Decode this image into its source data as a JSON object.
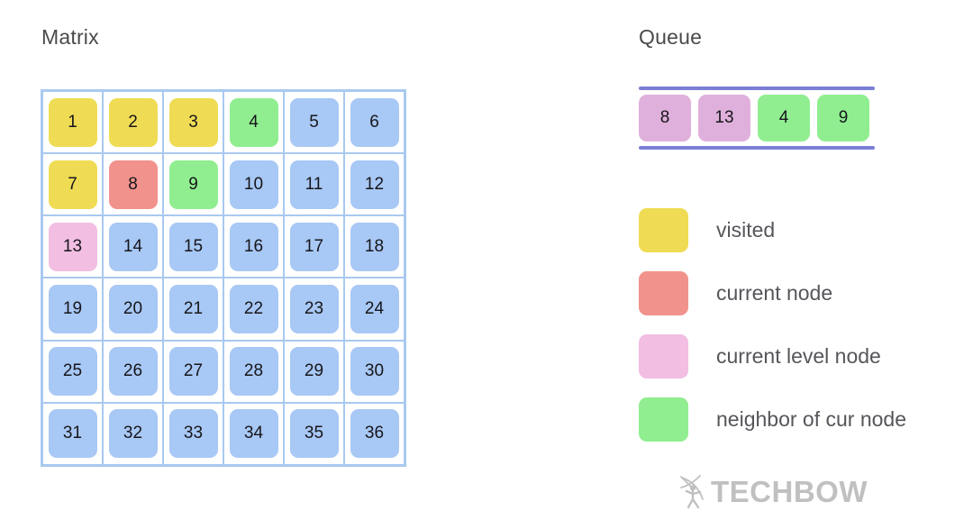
{
  "palette": {
    "visited": "#efdc54",
    "current_node": "#f1928c",
    "current_level_node": "#f2bee2",
    "neighbor": "#90ee90",
    "unvisited": "#a8c8f5",
    "grid_line": "#a9c9f0",
    "queue_rule": "#7b7fd4",
    "queue_level_node": "#e0b0dc",
    "text": "#16161a",
    "title_text": "#4a4a4a",
    "legend_text": "#55565a",
    "logo_gray": "#8d8d8d",
    "background": "#ffffff"
  },
  "matrix": {
    "title": "Matrix",
    "rows": 6,
    "cols": 6,
    "cells": [
      {
        "value": "1",
        "state": "visited"
      },
      {
        "value": "2",
        "state": "visited"
      },
      {
        "value": "3",
        "state": "visited"
      },
      {
        "value": "4",
        "state": "neighbor"
      },
      {
        "value": "5",
        "state": "unvisited"
      },
      {
        "value": "6",
        "state": "unvisited"
      },
      {
        "value": "7",
        "state": "visited"
      },
      {
        "value": "8",
        "state": "current_node"
      },
      {
        "value": "9",
        "state": "neighbor"
      },
      {
        "value": "10",
        "state": "unvisited"
      },
      {
        "value": "11",
        "state": "unvisited"
      },
      {
        "value": "12",
        "state": "unvisited"
      },
      {
        "value": "13",
        "state": "current_level_node"
      },
      {
        "value": "14",
        "state": "unvisited"
      },
      {
        "value": "15",
        "state": "unvisited"
      },
      {
        "value": "16",
        "state": "unvisited"
      },
      {
        "value": "17",
        "state": "unvisited"
      },
      {
        "value": "18",
        "state": "unvisited"
      },
      {
        "value": "19",
        "state": "unvisited"
      },
      {
        "value": "20",
        "state": "unvisited"
      },
      {
        "value": "21",
        "state": "unvisited"
      },
      {
        "value": "22",
        "state": "unvisited"
      },
      {
        "value": "23",
        "state": "unvisited"
      },
      {
        "value": "24",
        "state": "unvisited"
      },
      {
        "value": "25",
        "state": "unvisited"
      },
      {
        "value": "26",
        "state": "unvisited"
      },
      {
        "value": "27",
        "state": "unvisited"
      },
      {
        "value": "28",
        "state": "unvisited"
      },
      {
        "value": "29",
        "state": "unvisited"
      },
      {
        "value": "30",
        "state": "unvisited"
      },
      {
        "value": "31",
        "state": "unvisited"
      },
      {
        "value": "32",
        "state": "unvisited"
      },
      {
        "value": "33",
        "state": "unvisited"
      },
      {
        "value": "34",
        "state": "unvisited"
      },
      {
        "value": "35",
        "state": "unvisited"
      },
      {
        "value": "36",
        "state": "unvisited"
      }
    ]
  },
  "queue": {
    "title": "Queue",
    "items": [
      {
        "value": "8",
        "state": "queue_level_node"
      },
      {
        "value": "13",
        "state": "queue_level_node"
      },
      {
        "value": "4",
        "state": "neighbor"
      },
      {
        "value": "9",
        "state": "neighbor"
      }
    ]
  },
  "legend": {
    "items": [
      {
        "label": "visited",
        "state": "visited"
      },
      {
        "label": "current node",
        "state": "current_node"
      },
      {
        "label": "current level node",
        "state": "current_level_node"
      },
      {
        "label": "neighbor of cur node",
        "state": "neighbor"
      }
    ]
  },
  "logo": {
    "text": "TECHBOW",
    "mark": "archer-bow-icon"
  }
}
